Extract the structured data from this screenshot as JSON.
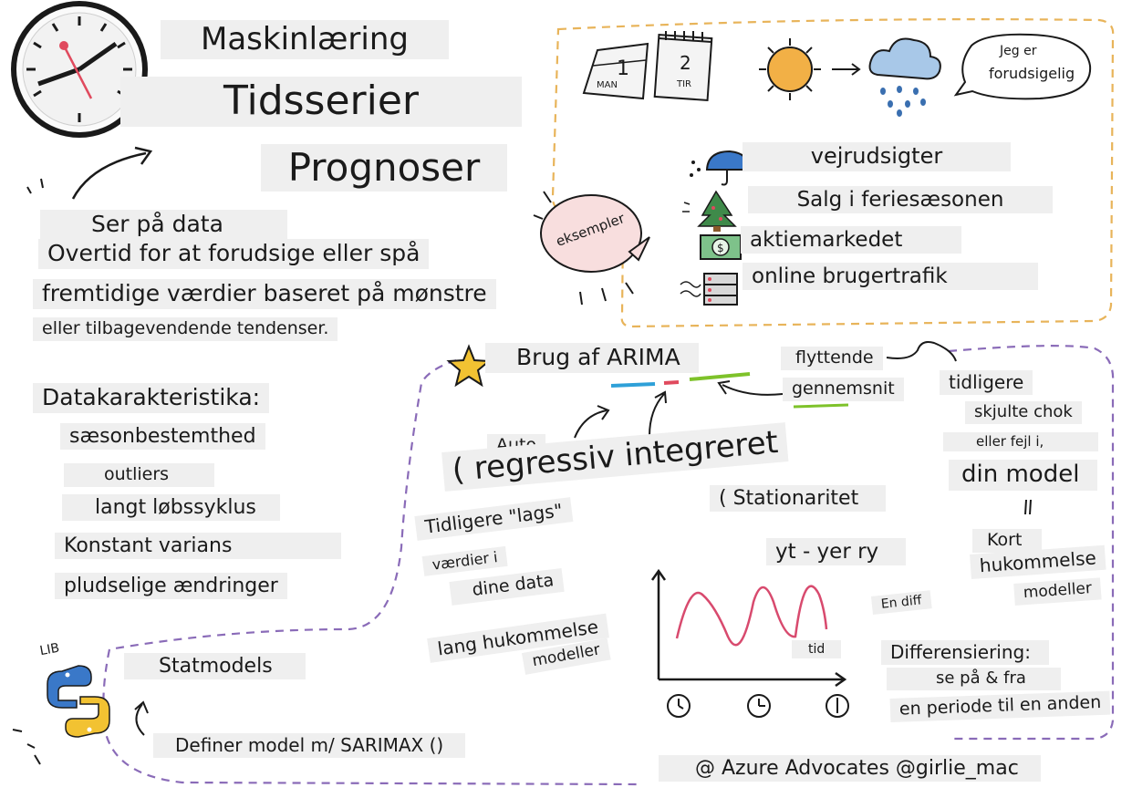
{
  "header": {
    "line1": "Maskinlæring",
    "line2": "Tidsserier",
    "line3": "Prognoser"
  },
  "intro": {
    "line1": "Ser på data",
    "line2": "Overtid for at forudsige eller spå",
    "line3": "fremtidige værdier baseret på mønstre",
    "line4": "eller tilbagevendende tendenser."
  },
  "characteristics": {
    "title": "Datakarakteristika:",
    "items": [
      "sæsonbestemthed",
      "outliers",
      "langt løbssyklus",
      "Konstant varians",
      "pludselige ændringer"
    ]
  },
  "examples": {
    "calendar": [
      {
        "day": "1",
        "label": "MAN"
      },
      {
        "day": "2",
        "label": "TIR"
      }
    ],
    "bubble": [
      "Jeg er",
      "forudsigelig"
    ],
    "badge": "eksempler",
    "items": [
      "vejrudsigter",
      "Salg i feriesæsonen",
      "aktiemarkedet",
      "online brugertrafik"
    ]
  },
  "arima": {
    "title": "Brug af ARIMA",
    "moving": [
      "flyttende",
      "gennemsnit"
    ],
    "auto": "Auto",
    "regressive": "( regressiv integreret",
    "stationarity": "( Stationaritet",
    "formula": "yt - yer ry",
    "lags": [
      "Tidligere \"lags\"",
      "værdier i",
      "dine data"
    ],
    "long_memory": [
      "lang hukommelse",
      "modeller"
    ],
    "shocks": [
      "tidligere",
      "skjulte chok",
      "eller fejl i,",
      "din model"
    ],
    "short_memory": [
      "Kort",
      "hukommelse",
      "modeller"
    ],
    "diff_small": "En diff",
    "differencing": [
      "Differensiering:",
      "se på & fra",
      "en periode til en anden"
    ],
    "chart_label": "tid"
  },
  "library": {
    "lib": "LIB",
    "name": "Statmodels",
    "define": "Definer model m/ SARIMAX ()"
  },
  "credit": "@ Azure Advocates @girlie_mac"
}
